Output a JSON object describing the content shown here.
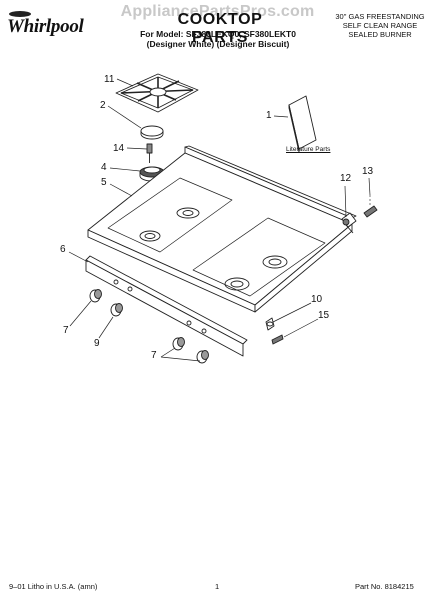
{
  "header": {
    "brand": "Whirlpool",
    "watermark": "AppliancePartsPros.com",
    "title": "COOKTOP PARTS",
    "models_line": "For Model: SF380LEKQ0, SF380LEKT0",
    "colors_line": "(Designer White) (Designer Biscuit)",
    "range_desc": [
      "30\" GAS FREESTANDING",
      "SELF CLEAN RANGE",
      "SEALED BURNER"
    ]
  },
  "diagram": {
    "literature_label": "Literature Parts",
    "callouts": {
      "n1": "1",
      "n2": "2",
      "n4": "4",
      "n5": "5",
      "n6": "6",
      "n7a": "7",
      "n7b": "7",
      "n9": "9",
      "n10": "10",
      "n11": "11",
      "n12": "12",
      "n13": "13",
      "n14": "14",
      "n15": "15"
    }
  },
  "footer": {
    "left": "9–01 Litho in U.S.A. (amn)",
    "center": "1",
    "right": "Part No. 8184215"
  }
}
